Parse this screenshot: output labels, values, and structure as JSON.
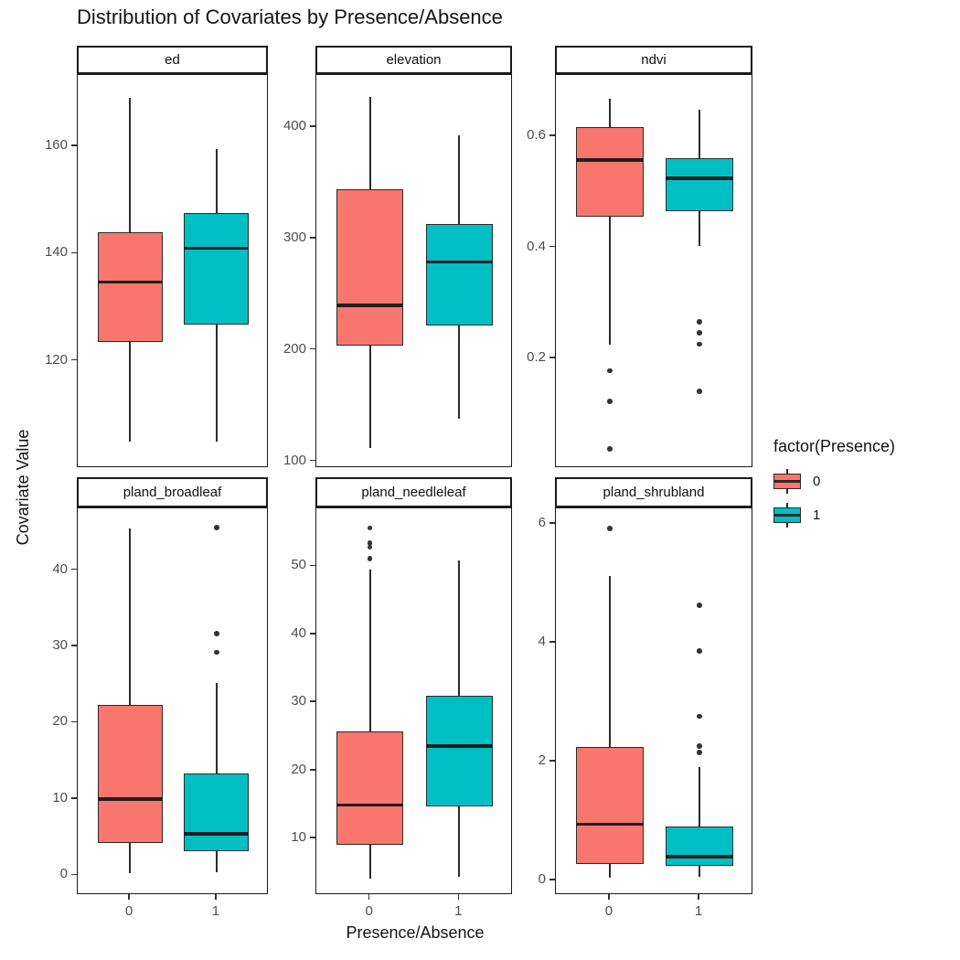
{
  "chart_data": {
    "type": "boxplot",
    "title": "Distribution of Covariates by Presence/Absence",
    "xlabel": "Presence/Absence",
    "ylabel": "Covariate Value",
    "x_categories": [
      "0",
      "1"
    ],
    "legend": {
      "title": "factor(Presence)",
      "position": "right",
      "entries": [
        {
          "label": "0",
          "color": "#F8766D"
        },
        {
          "label": "1",
          "color": "#00BFC4"
        }
      ]
    },
    "style": {
      "grid": "off",
      "panel_background": "#ffffff",
      "panel_border_color": "#1a1a1a",
      "axis_text_color": "#4d4d4d",
      "text_color": "#141414",
      "box_border_color": "#2b2b2b"
    },
    "facets": [
      {
        "name": "ed",
        "ylim": [
          100,
          173.3
        ],
        "yticks": [
          120,
          140,
          160
        ],
        "boxes": [
          {
            "group": "0",
            "min": 105,
            "q1": 123.5,
            "median": 134.7,
            "q3": 144,
            "max": 169,
            "outliers": []
          },
          {
            "group": "1",
            "min": 105,
            "q1": 126.8,
            "median": 141,
            "q3": 147.6,
            "max": 159.5,
            "outliers": []
          }
        ]
      },
      {
        "name": "elevation",
        "ylim": [
          94,
          446.5
        ],
        "yticks": [
          100,
          200,
          300,
          400
        ],
        "boxes": [
          {
            "group": "0",
            "min": 112,
            "q1": 204,
            "median": 240,
            "q3": 344,
            "max": 427,
            "outliers": []
          },
          {
            "group": "1",
            "min": 138,
            "q1": 222,
            "median": 279,
            "q3": 313,
            "max": 392,
            "outliers": []
          }
        ]
      },
      {
        "name": "ndvi",
        "ylim": [
          0.003,
          0.71
        ],
        "yticks": [
          0.2,
          0.4,
          0.6
        ],
        "boxes": [
          {
            "group": "0",
            "min": 0.225,
            "q1": 0.455,
            "median": 0.557,
            "q3": 0.617,
            "max": 0.667,
            "outliers": [
              0.178,
              0.123,
              0.038
            ]
          },
          {
            "group": "1",
            "min": 0.403,
            "q1": 0.465,
            "median": 0.524,
            "q3": 0.561,
            "max": 0.648,
            "outliers": [
              0.266,
              0.246,
              0.226,
              0.141
            ]
          }
        ]
      },
      {
        "name": "pland_broadleaf",
        "ylim": [
          -2.6,
          48.1
        ],
        "yticks": [
          0,
          10,
          20,
          30,
          40
        ],
        "boxes": [
          {
            "group": "0",
            "min": 0.3,
            "q1": 4.2,
            "median": 10,
            "q3": 22.3,
            "max": 45.5,
            "outliers": []
          },
          {
            "group": "1",
            "min": 0.4,
            "q1": 3.1,
            "median": 5.4,
            "q3": 13.3,
            "max": 25.2,
            "outliers": [
              45.6,
              31.7,
              29.2
            ]
          }
        ]
      },
      {
        "name": "pland_needleleaf",
        "ylim": [
          1.7,
          58.5
        ],
        "yticks": [
          10,
          20,
          30,
          40,
          50
        ],
        "boxes": [
          {
            "group": "0",
            "min": 4.1,
            "q1": 9.1,
            "median": 14.9,
            "q3": 25.7,
            "max": 49.5,
            "outliers": [
              55.6,
              53.4,
              52.8,
              51.1
            ]
          },
          {
            "group": "1",
            "min": 4.4,
            "q1": 14.7,
            "median": 23.6,
            "q3": 31,
            "max": 50.8,
            "outliers": []
          }
        ]
      },
      {
        "name": "pland_shrubland",
        "ylim": [
          -0.25,
          6.26
        ],
        "yticks": [
          0,
          2,
          4,
          6
        ],
        "boxes": [
          {
            "group": "0",
            "min": 0.04,
            "q1": 0.28,
            "median": 0.94,
            "q3": 2.24,
            "max": 5.12,
            "outliers": [
              5.92
            ]
          },
          {
            "group": "1",
            "min": 0.06,
            "q1": 0.24,
            "median": 0.4,
            "q3": 0.91,
            "max": 1.9,
            "outliers": [
              4.63,
              3.86,
              2.76,
              2.26,
              2.15
            ]
          }
        ]
      }
    ]
  }
}
